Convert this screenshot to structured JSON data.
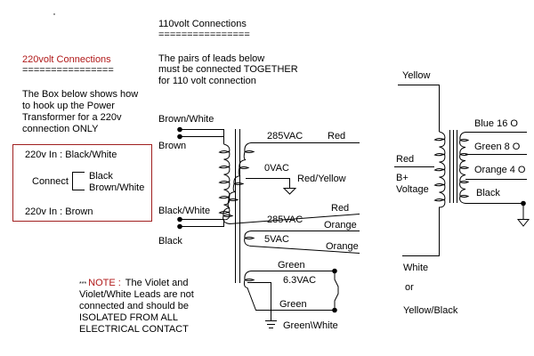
{
  "colors": {
    "accent": "#b01818",
    "line": "#000000"
  },
  "left_panel": {
    "title": "220volt Connections",
    "underline": "================",
    "desc": [
      "The Box below shows how",
      "to hook up the Power",
      "Transformer for a 220v",
      "connection ONLY"
    ],
    "box": {
      "top": "220v In : Black/White",
      "connect": "Connect",
      "pair": [
        "Black",
        "Brown/White"
      ],
      "bottom": "220v In : Brown"
    }
  },
  "center_panel": {
    "title": "110volt Connections",
    "underline": "================",
    "desc": [
      "The pairs of leads below",
      "must be connected TOGETHER",
      "for 110 volt connection"
    ]
  },
  "power_transformer": {
    "primary_leads": [
      "Brown/White",
      "Brown",
      "Black/White",
      "Black"
    ],
    "secondary": {
      "hv_top_voltage": "285VAC",
      "hv_top_color": "Red",
      "center_tap_voltage": "0VAC",
      "center_tap_color": "Red/Yellow",
      "hv_bottom_color": "Red",
      "hv_bottom_voltage": "285VAC",
      "rect_top_color": "Orange",
      "rect_voltage": "5VAC",
      "rect_bottom_color": "Orange",
      "fil_top_color": "Green",
      "fil_voltage": "6.3VAC",
      "fil_bottom_color": "Green",
      "fil_ct_color": "Green\\White"
    }
  },
  "note": {
    "prefix": "*** ",
    "label": "NOTE :",
    "lines": [
      "The Violet and",
      "Violet/White Leads are not",
      "connected and should be",
      "ISOLATED FROM ALL",
      "ELECTRICAL CONTACT"
    ]
  },
  "output_transformer": {
    "top_lead": "Yellow",
    "b_plus_color": "Red",
    "b_plus_label": [
      "B+",
      "Voltage"
    ],
    "taps": [
      "Blue 16 O",
      "Green 8 O",
      "Orange 4 O",
      "Black"
    ],
    "bottom_lead": [
      "White",
      "or",
      "Yellow/Black"
    ]
  }
}
